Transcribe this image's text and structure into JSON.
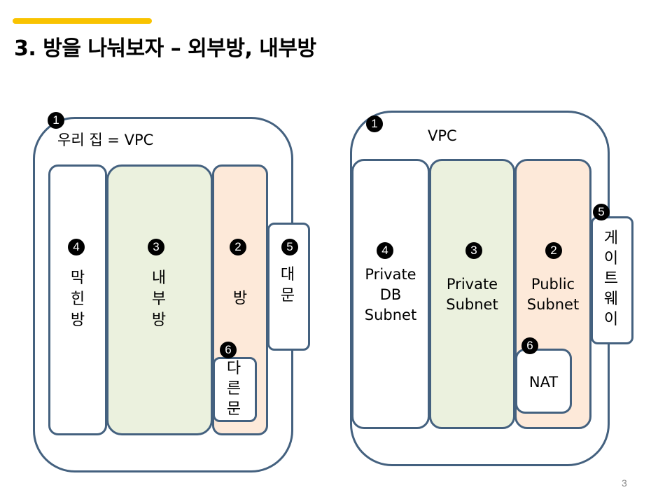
{
  "slide": {
    "title": "3. 방을 나눠보자 – 외부방, 내부방",
    "page_number": "3",
    "accent_color": "#F9C300"
  },
  "colors": {
    "border": "#44617f",
    "private_fill": "#EBF1DE",
    "public_fill": "#FDE9D9",
    "badge": "#000000"
  },
  "left_diagram": {
    "outer": {
      "badge": "1",
      "label": "우리 집 = VPC"
    },
    "sealed_room": {
      "badge": "4",
      "label": [
        "막",
        "힌",
        "방"
      ]
    },
    "inner_room": {
      "badge": "3",
      "label": [
        "내",
        "부",
        "방"
      ]
    },
    "room": {
      "badge": "2",
      "label": [
        "방"
      ]
    },
    "main_gate": {
      "badge": "5",
      "label": [
        "대",
        "문"
      ]
    },
    "other_door": {
      "badge": "6",
      "label": [
        "다",
        "른",
        "문"
      ]
    }
  },
  "right_diagram": {
    "outer": {
      "badge": "1",
      "label": "VPC"
    },
    "private_db_subnet": {
      "badge": "4",
      "label": [
        "Private",
        "DB",
        "Subnet"
      ]
    },
    "private_subnet": {
      "badge": "3",
      "label": [
        "Private",
        "Subnet"
      ]
    },
    "public_subnet": {
      "badge": "2",
      "label": [
        "Public",
        "Subnet"
      ]
    },
    "gateway": {
      "badge": "5",
      "label": [
        "게",
        "이",
        "트",
        "웨",
        "이"
      ]
    },
    "nat": {
      "badge": "6",
      "label": "NAT"
    }
  }
}
